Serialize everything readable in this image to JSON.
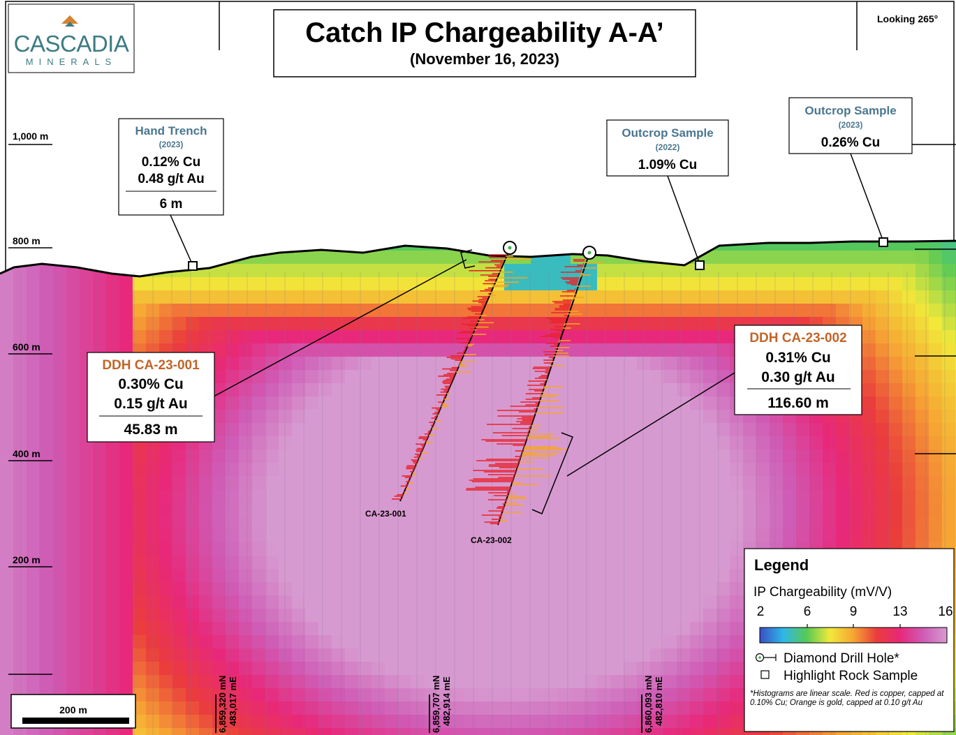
{
  "logo": {
    "name": "CASCADIA",
    "sub": "MINERALS",
    "colors": {
      "teal": "#3d7c82",
      "orange": "#d7822f"
    }
  },
  "title": {
    "main": "Catch IP Chargeability A-A’",
    "date": "(November 16, 2023)"
  },
  "orientation": "Looking 265°",
  "elevations": [
    "1,000 m",
    "800 m",
    "600 m",
    "400 m",
    "200 m"
  ],
  "callouts": {
    "hand_trench": {
      "title": "Hand Trench",
      "year": "(2023)",
      "cu": "0.12% Cu",
      "au": "0.48 g/t Au",
      "length": "6 m"
    },
    "outcrop_2022": {
      "title": "Outcrop Sample",
      "year": "(2022)",
      "cu": "1.09% Cu"
    },
    "outcrop_2023": {
      "title": "Outcrop Sample",
      "year": "(2023)",
      "cu": "0.26% Cu"
    },
    "ddh_001": {
      "title": "DDH CA-23-001",
      "cu": "0.30% Cu",
      "au": "0.15 g/t Au",
      "length": "45.83 m"
    },
    "ddh_002": {
      "title": "DDH CA-23-002",
      "cu": "0.31% Cu",
      "au": "0.30 g/t Au",
      "length": "116.60 m"
    }
  },
  "drill_holes": [
    "CA-23-001",
    "CA-23-002"
  ],
  "coordinates": [
    {
      "east": "483,017 mE",
      "north": "6,859,320 mN"
    },
    {
      "east": "482,914 mE",
      "north": "6,859,707 mN"
    },
    {
      "east": "482,810 mE",
      "north": "6,860,093 mN"
    }
  ],
  "scale_bar": "200 m",
  "legend": {
    "title": "Legend",
    "subtitle": "IP Chargeability (mV/V)",
    "ticks": [
      "2",
      "6",
      "9",
      "13",
      "16"
    ],
    "ramp_colors": [
      "#3a4fc4",
      "#2fb7e8",
      "#57c956",
      "#f1e93a",
      "#f6a534",
      "#ea3c3c",
      "#e8287a",
      "#cf5cb6",
      "#d79ad0"
    ],
    "items": {
      "drill_hole": "Diamond Drill Hole*",
      "rock_sample": "Highlight Rock Sample"
    },
    "note": "*Histograms are linear scale. Red is copper, capped at 0.10% Cu; Orange is gold, capped at 0.10 g/t Au"
  },
  "colors": {
    "copper": "#e8232a",
    "gold": "#f6a623",
    "callout_blue": "#4a7690",
    "callout_brown": "#c1652a"
  }
}
